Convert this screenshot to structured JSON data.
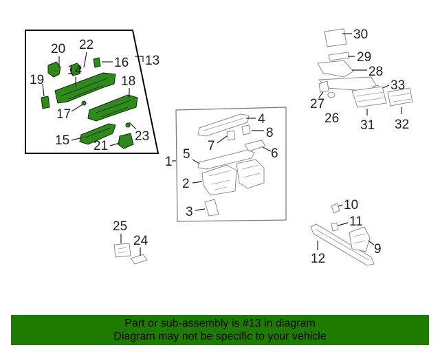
{
  "callouts": {
    "c1": "1",
    "c2": "2",
    "c3": "3",
    "c4": "4",
    "c5": "5",
    "c6": "6",
    "c7": "7",
    "c8": "8",
    "c9": "9",
    "c10": "10",
    "c11": "11",
    "c12": "12",
    "c13": "13",
    "c14": "14",
    "c15": "15",
    "c16": "16",
    "c17": "17",
    "c18": "18",
    "c19": "19",
    "c20": "20",
    "c21": "21",
    "c22": "22",
    "c23": "23",
    "c24": "24",
    "c25": "25",
    "c26": "26",
    "c27": "27",
    "c28": "28",
    "c29": "29",
    "c30": "30",
    "c31": "31",
    "c32": "32",
    "c33": "33"
  },
  "banner": {
    "line1": "Part or sub-assembly is #13 in diagram",
    "line2": "Diagram may not be specific to your vehicle"
  },
  "colors": {
    "highlight": "#2f8a1b",
    "banner_bg": "#1f7a00"
  }
}
